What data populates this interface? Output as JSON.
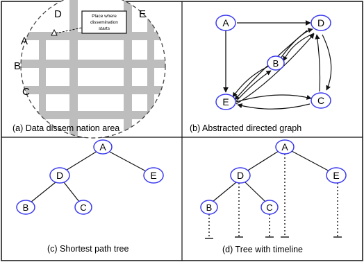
{
  "panels": {
    "a": {
      "caption": "(a) Data dissem nation area",
      "street_labels": {
        "A": "A",
        "B": "B",
        "C": "C",
        "D": "D",
        "E": "E"
      },
      "origin_box": [
        "Place where",
        "dissemination",
        "starts"
      ]
    },
    "b": {
      "caption": "(b) Abstracted directed graph",
      "nodes": {
        "A": "A",
        "B": "B",
        "C": "C",
        "D": "D",
        "E": "E"
      }
    },
    "c": {
      "caption": "(c) Shortest path tree",
      "nodes": {
        "A": "A",
        "B": "B",
        "C": "C",
        "D": "D",
        "E": "E"
      }
    },
    "d": {
      "caption": "(d) Tree with timeline",
      "nodes": {
        "A": "A",
        "B": "B",
        "C": "C",
        "D": "D",
        "E": "E"
      }
    }
  },
  "colors": {
    "node_stroke": "#3a3af0",
    "line": "#111111",
    "street": "#bdbdbd"
  }
}
